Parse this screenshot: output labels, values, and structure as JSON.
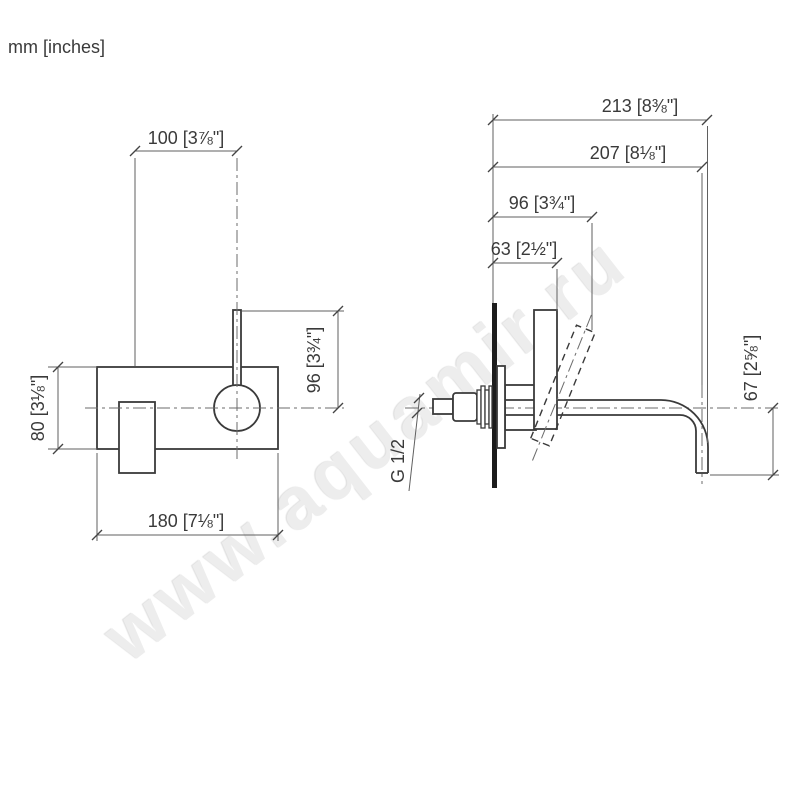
{
  "units_label": "mm [inches]",
  "watermark": "www.aquamir.ru",
  "front_view": {
    "dim_spout_to_handle": "100 [3⅞\"]",
    "dim_lever_height": "96 [3¾\"]",
    "dim_plate_height": "80 [3⅛\"]",
    "dim_plate_width": "180 [7⅛\"]"
  },
  "side_view": {
    "dim_overall_projection": "213 [8⅜\"]",
    "dim_spout_projection": "207 [8⅛\"]",
    "dim_lever_projection": "96 [3¾\"]",
    "dim_handle_projection": "63 [2½\"]",
    "dim_outlet_drop": "67 [2⅝\"]",
    "thread_label": "G 1/2"
  },
  "colors": {
    "line": "#3a3a3a",
    "thin_line": "#5f5f5f",
    "wall_fill": "#1c1c1c",
    "watermark": "#ededed",
    "background": "#ffffff"
  }
}
